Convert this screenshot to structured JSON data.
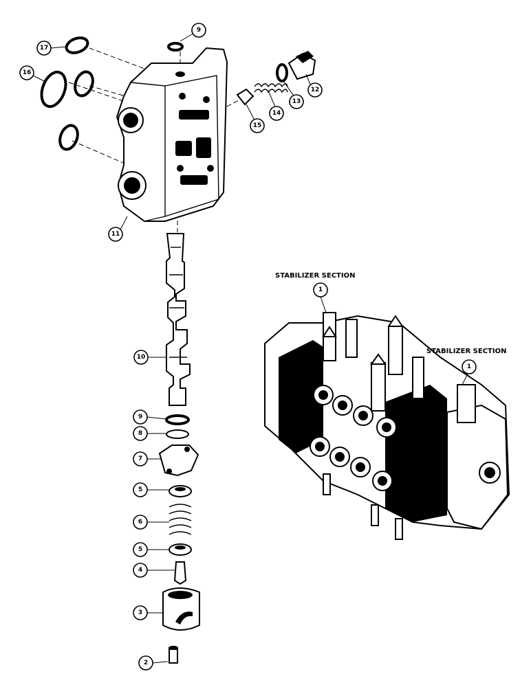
{
  "diagram": {
    "callouts": [
      {
        "id": "c17",
        "label": "17"
      },
      {
        "id": "c9a",
        "label": "9"
      },
      {
        "id": "c16",
        "label": "16"
      },
      {
        "id": "c12",
        "label": "12"
      },
      {
        "id": "c13",
        "label": "13"
      },
      {
        "id": "c14",
        "label": "14"
      },
      {
        "id": "c15",
        "label": "15"
      },
      {
        "id": "c11",
        "label": "11"
      },
      {
        "id": "c10",
        "label": "10"
      },
      {
        "id": "c9b",
        "label": "9"
      },
      {
        "id": "c8",
        "label": "8"
      },
      {
        "id": "c7",
        "label": "7"
      },
      {
        "id": "c5a",
        "label": "5"
      },
      {
        "id": "c6",
        "label": "6"
      },
      {
        "id": "c5b",
        "label": "5"
      },
      {
        "id": "c4",
        "label": "4"
      },
      {
        "id": "c3",
        "label": "3"
      },
      {
        "id": "c2",
        "label": "2"
      },
      {
        "id": "c1a",
        "label": "1"
      },
      {
        "id": "c1b",
        "label": "1"
      }
    ],
    "section_labels": {
      "left": "STABILIZER SECTION",
      "right": "STABILIZER SECTION"
    }
  }
}
